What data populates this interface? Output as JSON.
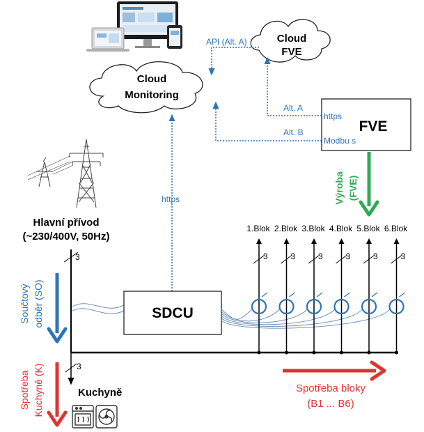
{
  "colors": {
    "blue": "#2e75b6",
    "link": "#2e75b6",
    "green": "#2eaa55",
    "red": "#e03434",
    "black": "#000000"
  },
  "clouds": {
    "fve": {
      "line1": "Cloud",
      "line2": "FVE"
    },
    "monitoring": {
      "line1": "Cloud",
      "line2": "Monitoring"
    }
  },
  "links": {
    "api": "API (Alt. A)",
    "alt_a": "Alt. A",
    "alt_b": "Alt. B",
    "https_fve": "https",
    "modbus": "Modbu s",
    "https_sdcu": "https"
  },
  "boxes": {
    "fve": "FVE",
    "sdcu": "SDCU"
  },
  "main_feed": {
    "line1": "Hlavní přívod",
    "line2": "(~230/400V, 50Hz)"
  },
  "flows": {
    "vyroba_line1": "Výroba",
    "vyroba_line2": "(FVE)",
    "so_line1": "Součtový",
    "so_line2": "odběr (SO)",
    "k_line1": "Spotřeba",
    "k_line2": "Kuchyně (K)",
    "bloky_line1": "Spotřeba bloky",
    "bloky_line2": "(B1 ... B6)"
  },
  "blocks": [
    "1.Blok",
    "2.Blok",
    "3.Blok",
    "4.Blok",
    "5.Blok",
    "6.Blok"
  ],
  "phase_count": "3",
  "kitchen": "Kuchyně",
  "icons": [
    "monitoring-devices-icon",
    "power-pylon-icon",
    "oven-icon",
    "fan-icon"
  ]
}
